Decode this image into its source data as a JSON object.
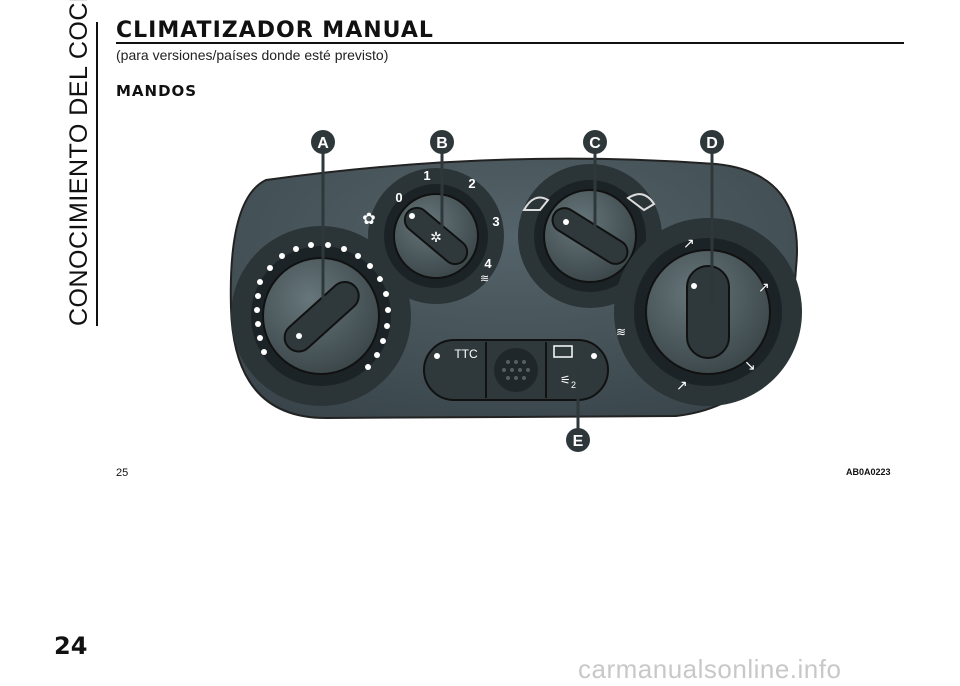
{
  "sidebar": {
    "section_title": "CONOCIMIENTO DEL COCHE"
  },
  "header": {
    "title": "CLIMATIZADOR MANUAL",
    "subtitle": "(para versiones/países donde esté previsto)"
  },
  "section": {
    "heading": "MANDOS"
  },
  "figure": {
    "callouts": [
      "A",
      "B",
      "C",
      "D",
      "E"
    ],
    "fan_scale": [
      "0",
      "1",
      "2",
      "3",
      "4"
    ],
    "ttc_label": "TTC",
    "aux_mark": "2",
    "figure_number": "25",
    "figure_code": "AB0A0223",
    "colors": {
      "panel": "#3f4a4e",
      "knob_ring": "#1e2528",
      "knob_face": "#4e5a5e",
      "callout": "#2e383b",
      "dot": "#ffffff"
    }
  },
  "footer": {
    "page_number": "24",
    "watermark": "carmanualsonline.info"
  }
}
